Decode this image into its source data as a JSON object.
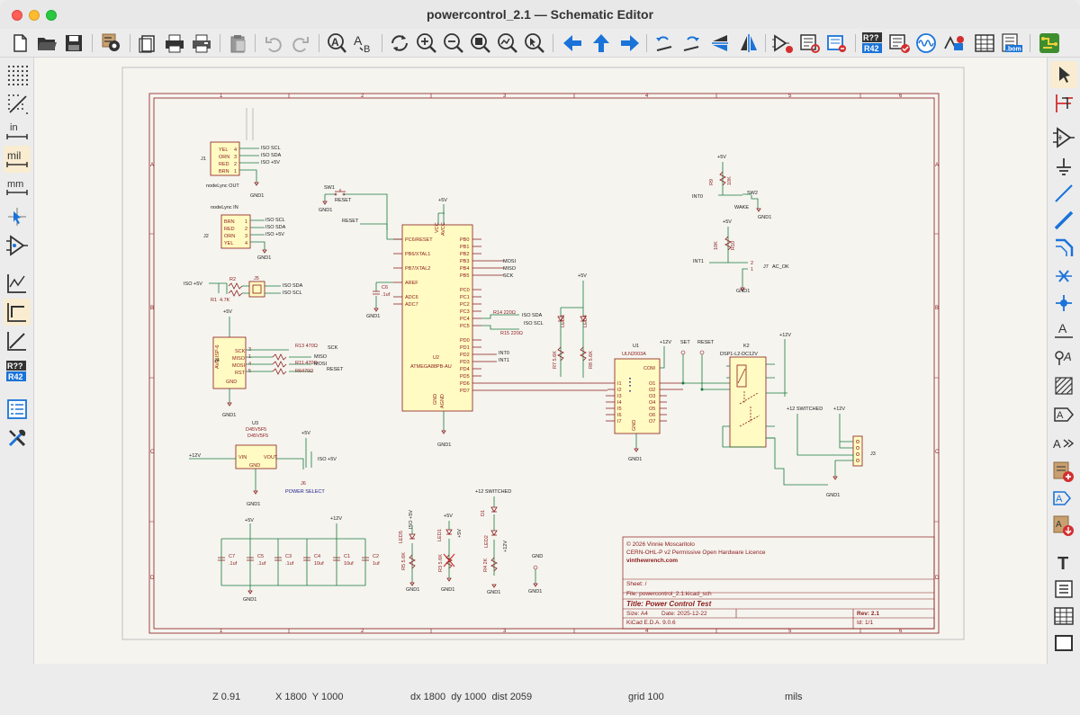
{
  "window": {
    "title": "powercontrol_2.1 — Schematic Editor"
  },
  "status": {
    "zoom": "Z 0.91",
    "cursor": "X 1800  Y 1000",
    "delta": "dx 1800  dy 1000  dist 2059",
    "grid": "grid 100",
    "units": "mils"
  },
  "left_toolbar": {
    "units_in": "in",
    "units_mil": "mil",
    "units_mm": "mm",
    "annotate_r": "R??",
    "annotate_r42": "R42"
  },
  "toolbar": {
    "find_label": "A",
    "replace_label": "AB",
    "annotate_r": "R??",
    "annotate_r42": "R42",
    "bom_label": ".bom"
  },
  "right_toolbar": {
    "label_a": "A",
    "text_t": "T"
  },
  "schematic": {
    "border_cols": [
      "1",
      "2",
      "3",
      "4",
      "5",
      "6"
    ],
    "border_rows": [
      "A",
      "B",
      "C",
      "D"
    ],
    "title_block": {
      "copyright": "© 2026 Vinnie Moscaritolo",
      "license": "CERN-OHL-P v2 Permissive Open Hardware Licence",
      "website": "vinthewrench.com",
      "sheet": "Sheet: /",
      "file": "File: powercontrol_2.1.kicad_sch",
      "title": "Title: Power Control Test",
      "size": "Size: A4",
      "date": "Date: 2025-12-22",
      "rev": "Rev: 2.1",
      "tool": "KiCad E.D.A. 9.0.6",
      "id": "Id: 1/1"
    },
    "j1": {
      "ref": "J1",
      "name": "nodeLync OUT",
      "pins": [
        "YEL",
        "ORN",
        "RED",
        "BRN"
      ],
      "nums": [
        "4",
        "3",
        "2",
        "1"
      ],
      "nets": [
        "ISO SCL",
        "ISO SDA",
        "ISO +5V"
      ],
      "gnd": "GND1"
    },
    "j2": {
      "ref": "J2",
      "name": "nodeLync IN",
      "pins": [
        "BRN",
        "RED",
        "ORN",
        "YEL"
      ],
      "nums": [
        "1",
        "2",
        "3",
        "4"
      ],
      "nets": [
        "ISO SCL",
        "ISO SDA",
        "ISO +5V"
      ],
      "gnd": "GND1"
    },
    "j5": {
      "ref": "J5",
      "r2": "R2",
      "r1": "R1",
      "r1v": "4.7K",
      "iso5v": "ISO +5V",
      "nets": [
        "ISO SDA",
        "ISO SCL"
      ]
    },
    "j4": {
      "ref": "J4",
      "name": "AVR-ISP-6",
      "vcc": "+5V",
      "pins": [
        "SCK",
        "MISO",
        "MOSI",
        "RST"
      ],
      "nums": [
        "3",
        "1",
        "4",
        "5"
      ],
      "gnd_label": "GND",
      "gnd": "GND1",
      "res": [
        "R13 470Ω",
        "R11 470Ω",
        "R6470Ω"
      ],
      "nets": [
        "SCK",
        "MISO",
        "MOSI",
        "RESET"
      ]
    },
    "u3": {
      "ref": "U3",
      "part": "D45V5F5",
      "part2": "D45V5F5",
      "vin": "VIN",
      "vout": "VOUT",
      "gnd": "GND",
      "p12": "+12V",
      "p5": "+5V",
      "iso5v": "ISO +5V",
      "jp": "J6",
      "jp_name": "POWER SELECT",
      "gnd1": "GND1"
    },
    "caps": {
      "p5": "+5V",
      "p12": "+12V",
      "list": [
        [
          "C7",
          ".1uf"
        ],
        [
          "C5",
          ".1uf"
        ],
        [
          "C3",
          ".1uf"
        ],
        [
          "C4",
          "10uf"
        ],
        [
          "C1",
          "10uf"
        ],
        [
          "C2",
          "1uf"
        ]
      ],
      "gnd": "GND1"
    },
    "sw1": {
      "ref": "SW1",
      "name": "RESET",
      "gnd": "GND1",
      "net": "RESET"
    },
    "u2": {
      "ref": "U2",
      "part": "ATMEGA88PB-AU",
      "vcc": "VCC",
      "avcc": "AVCC",
      "p5": "+5V",
      "gnd": "GND",
      "agnd": "AGND",
      "gnd1": "GND1",
      "left_pins": [
        "PC6/RESET",
        "PB6/XTAL1",
        "PB7/XTAL2",
        "AREF",
        "ADC6",
        "ADC7"
      ],
      "right_pins": [
        "PB0",
        "PB1",
        "PB2",
        "PB3",
        "PB4",
        "PB5",
        "PC0",
        "PC1",
        "PC2",
        "PC3",
        "PC4",
        "PC5",
        "PD0",
        "PD1",
        "PD2",
        "PD3",
        "PD4",
        "PD5",
        "PD6",
        "PD7"
      ],
      "c6": "C6",
      "c6v": ".1uf",
      "nets": [
        "MOSI",
        "MISO",
        "SCK",
        "ISO SDA",
        "ISO SCL",
        "INT0",
        "INT1"
      ],
      "r14": "R14 220Ω",
      "r15": "R15 220Ω"
    },
    "leds": {
      "p5": "+5V",
      "led3": "LED3",
      "led4": "LED4",
      "r7": "R7 5.6K",
      "r8": "R8 5.6K"
    },
    "u1": {
      "ref": "U1",
      "part": "ULN2003A",
      "com": "COM",
      "p12": "+12V",
      "set": "SET",
      "reset": "RESET",
      "gnd": "GND",
      "gnd1": "GND1",
      "inputs": [
        "I1",
        "I2",
        "I3",
        "I4",
        "I5",
        "I6",
        "I7"
      ],
      "outputs": [
        "O1",
        "O2",
        "O3",
        "O4",
        "O5",
        "O6",
        "O7"
      ]
    },
    "k2": {
      "ref": "K2",
      "part": "DSP1-L2-DC12V",
      "p12": "+12V"
    },
    "j3": {
      "ref": "J3",
      "p12sw": "+12 SWITCHED",
      "p12": "+12V",
      "gnd": "GND1"
    },
    "sw2": {
      "ref": "SW2",
      "name": "WAKE",
      "r9": "R9",
      "r9v": "10K",
      "p5": "+5V",
      "net": "INT0",
      "gnd": "GND1"
    },
    "j7": {
      "ref": "J7",
      "name": "AC_OK",
      "r10": "R10",
      "r10v": "10K",
      "p5": "+5V",
      "net": "INT1",
      "gnd": "GND1"
    },
    "bottom": {
      "iso5v": "ISO +5V",
      "led5": "LED5",
      "r5": "R5 5.6K",
      "p5": "+5V",
      "led1": "LED1",
      "r3": "R3 5.6K",
      "p12sw": "+12 SWITCHED",
      "d1": "D1",
      "led2": "LED2",
      "r4": "R4 2K",
      "p12": "+12V",
      "gndlabel": "GND",
      "gnd": "GND1"
    }
  }
}
